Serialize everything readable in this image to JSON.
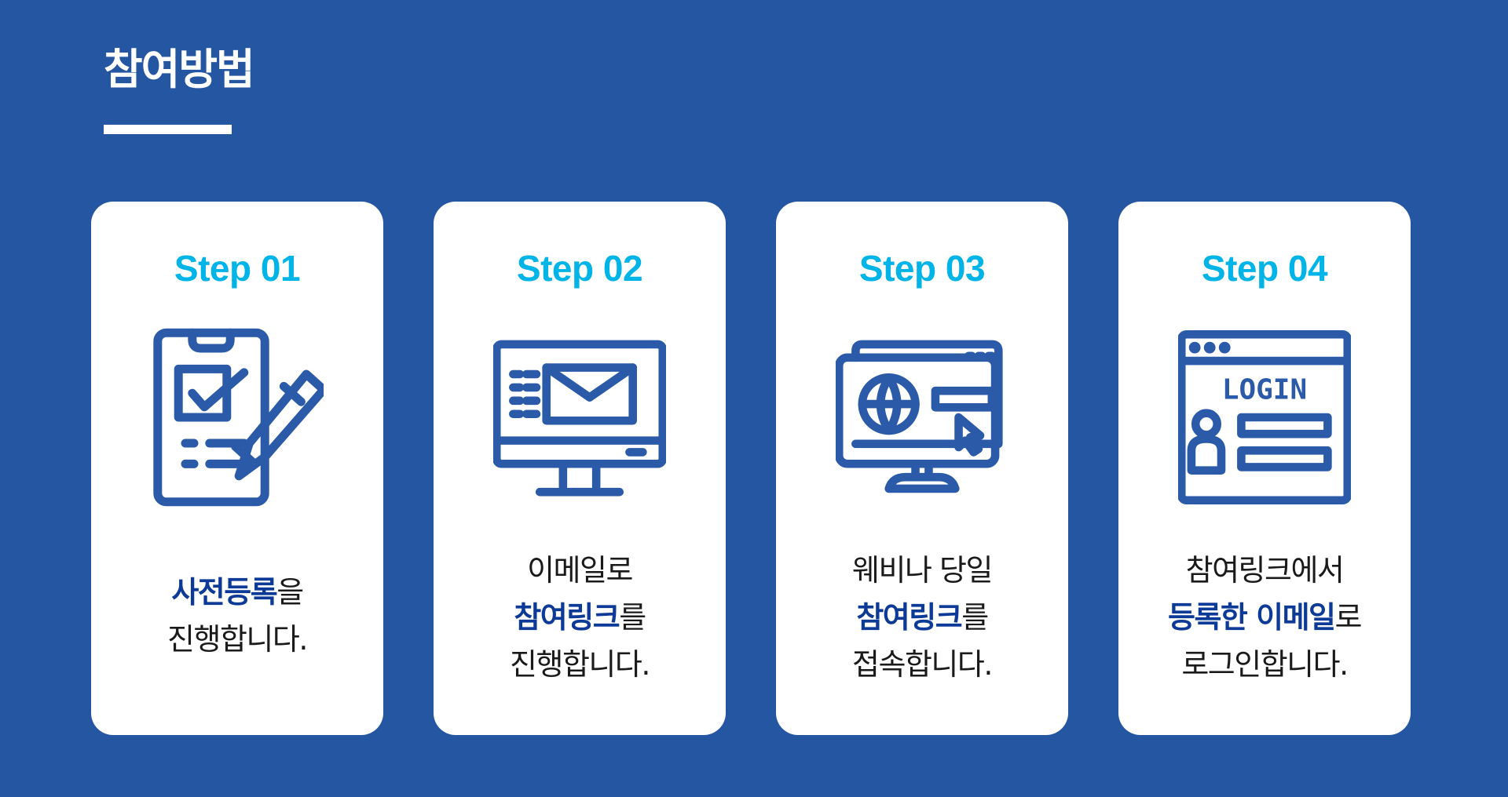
{
  "page": {
    "title": "참여방법"
  },
  "colors": {
    "background": "#2556a2",
    "step": "#00b4e8",
    "emphasis": "#0d3a96",
    "icon": "#2a5aa8"
  },
  "steps": [
    {
      "label": "Step 01",
      "icon": "clipboard-pencil-icon",
      "lines": [
        [
          "",
          "사전등록",
          "을"
        ],
        [
          "진행합니다.",
          "",
          ""
        ]
      ]
    },
    {
      "label": "Step 02",
      "icon": "monitor-email-icon",
      "lines": [
        [
          "이메일로",
          "",
          ""
        ],
        [
          "",
          "참여링크",
          "를"
        ],
        [
          "진행합니다.",
          "",
          ""
        ]
      ]
    },
    {
      "label": "Step 03",
      "icon": "monitor-web-cursor-icon",
      "lines": [
        [
          "웨비나 당일",
          "",
          ""
        ],
        [
          "",
          "참여링크",
          "를"
        ],
        [
          "접속합니다.",
          "",
          ""
        ]
      ]
    },
    {
      "label": "Step 04",
      "icon": "browser-login-icon",
      "icon_text": "LOGIN",
      "lines": [
        [
          "참여링크에서",
          "",
          ""
        ],
        [
          "",
          "등록한 이메일",
          "로"
        ],
        [
          "로그인합니다.",
          "",
          ""
        ]
      ]
    }
  ]
}
